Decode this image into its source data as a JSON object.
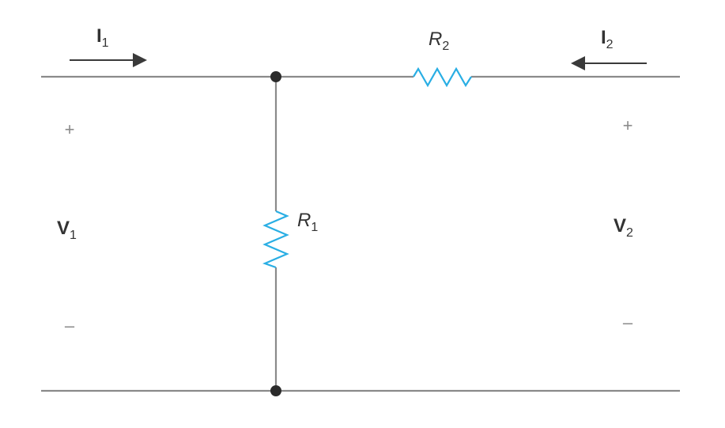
{
  "labels": {
    "i1": {
      "main": "I",
      "sub": "1"
    },
    "i2": {
      "main": "I",
      "sub": "2"
    },
    "r1": {
      "main": "R",
      "sub": "1"
    },
    "r2": {
      "main": "R",
      "sub": "2"
    },
    "v1": {
      "main": "V",
      "sub": "1"
    },
    "v2": {
      "main": "V",
      "sub": "2"
    }
  },
  "signs": {
    "port1_plus": "+",
    "port1_minus": "–",
    "port2_plus": "+",
    "port2_minus": "–"
  },
  "colors": {
    "wire": "#8a8a8a",
    "resistor": "#29aee4",
    "node": "#2b2b2b",
    "text": "#333333"
  }
}
